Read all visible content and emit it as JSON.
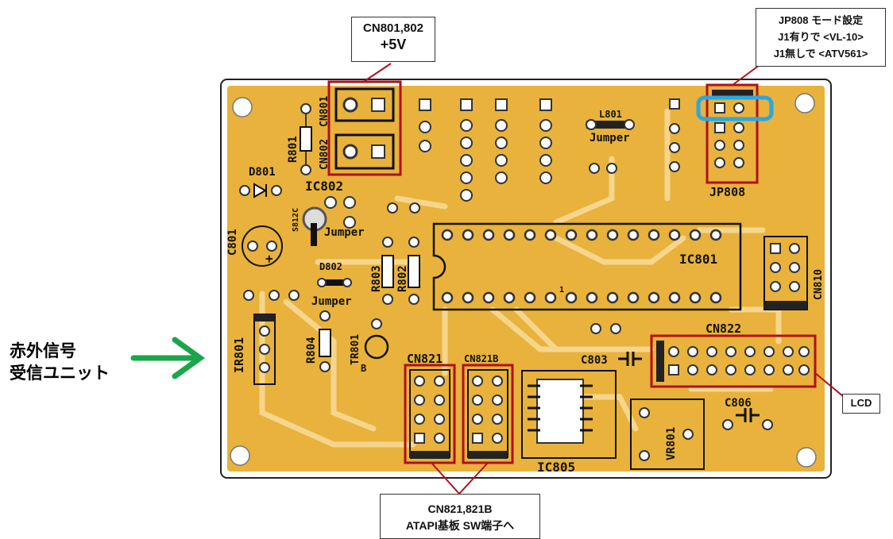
{
  "callouts": {
    "cn801": {
      "line1": "CN801,802",
      "line2": "+5V"
    },
    "jp808": {
      "line1": "JP808 モード設定",
      "line2": "J1有りで <VL-10>",
      "line3": "J1無しで <ATV561>"
    },
    "lcd": {
      "text": "LCD"
    },
    "cn821": {
      "line1": "CN821,821B",
      "line2": "ATAPI基板 SW端子へ"
    }
  },
  "ir_label": {
    "line1": "赤外信号",
    "line2": "受信ユニット"
  },
  "silkscreen": {
    "r801": "R801",
    "cn801": "CN801",
    "cn802": "CN802",
    "ic802": "IC802",
    "d801": "D801",
    "s812c": "S812C",
    "jumper1": "Jumper",
    "l801": "L801",
    "jumper2": "Jumper",
    "jp808": "JP808",
    "c801": "C801",
    "d802": "D802",
    "jumper3": "Jumper",
    "r803": "R803",
    "r802": "R802",
    "ic801": "IC801",
    "pin1": "1",
    "cn810": "CN810",
    "ir801": "IR801",
    "r804": "R804",
    "tr801": "TR801",
    "b": "B",
    "cn821": "CN821",
    "cn821b": "CN821B",
    "c803": "C803",
    "cn822": "CN822",
    "c806": "C806",
    "vr801": "VR801",
    "ic805": "IC805",
    "plus": "+"
  },
  "colors": {
    "board": "#e8b23c",
    "highlight": "#b0101a",
    "arrow": "#1aa64a",
    "jumper_mark": "#29a8e0"
  }
}
